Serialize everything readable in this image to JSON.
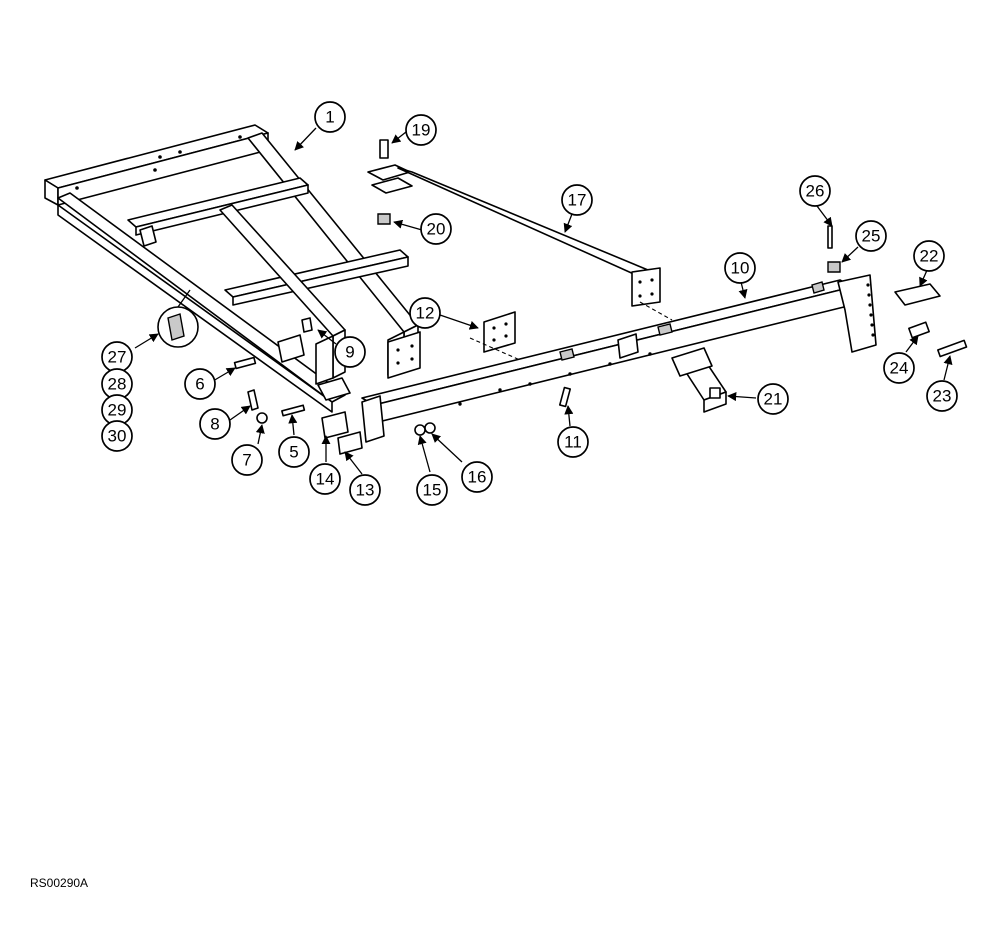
{
  "callouts": [
    {
      "label": "1"
    },
    {
      "label": "19"
    },
    {
      "label": "17"
    },
    {
      "label": "20"
    },
    {
      "label": "26"
    },
    {
      "label": "25"
    },
    {
      "label": "22"
    },
    {
      "label": "10"
    },
    {
      "label": "12"
    },
    {
      "label": "9"
    },
    {
      "label": "27"
    },
    {
      "label": "28"
    },
    {
      "label": "29"
    },
    {
      "label": "30"
    },
    {
      "label": "6"
    },
    {
      "label": "8"
    },
    {
      "label": "7"
    },
    {
      "label": "5"
    },
    {
      "label": "14"
    },
    {
      "label": "13"
    },
    {
      "label": "15"
    },
    {
      "label": "16"
    },
    {
      "label": "11"
    },
    {
      "label": "21"
    },
    {
      "label": "24"
    },
    {
      "label": "23"
    }
  ],
  "reference_code": "RS00290A",
  "icons": [
    "arrow-leader-icon",
    "detail-magnifier-icon"
  ]
}
